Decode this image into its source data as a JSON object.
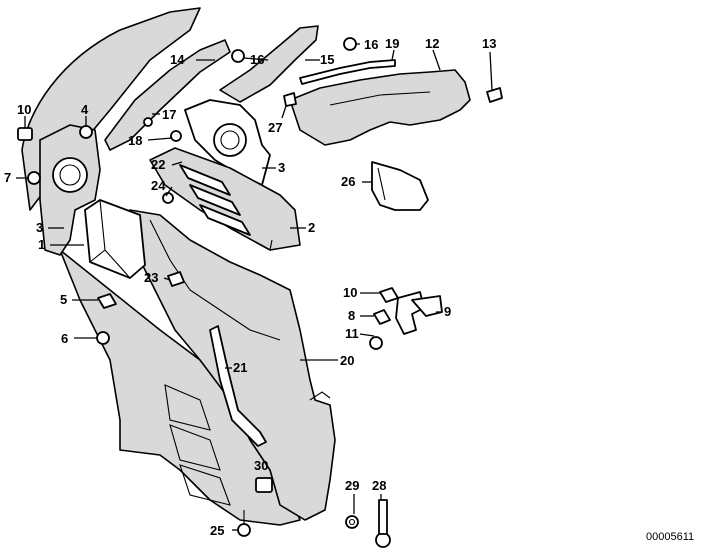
{
  "diagram": {
    "callouts": [
      {
        "id": "c1",
        "text": "1"
      },
      {
        "id": "c2",
        "text": "2"
      },
      {
        "id": "c3a",
        "text": "3"
      },
      {
        "id": "c3b",
        "text": "3"
      },
      {
        "id": "c4",
        "text": "4"
      },
      {
        "id": "c5",
        "text": "5"
      },
      {
        "id": "c6",
        "text": "6"
      },
      {
        "id": "c7",
        "text": "7"
      },
      {
        "id": "c8",
        "text": "8"
      },
      {
        "id": "c9",
        "text": "9"
      },
      {
        "id": "c10a",
        "text": "10"
      },
      {
        "id": "c10b",
        "text": "10"
      },
      {
        "id": "c11",
        "text": "11"
      },
      {
        "id": "c12",
        "text": "12"
      },
      {
        "id": "c13",
        "text": "13"
      },
      {
        "id": "c14",
        "text": "14"
      },
      {
        "id": "c15",
        "text": "15"
      },
      {
        "id": "c16a",
        "text": "16"
      },
      {
        "id": "c16b",
        "text": "16"
      },
      {
        "id": "c17",
        "text": "17"
      },
      {
        "id": "c18",
        "text": "18"
      },
      {
        "id": "c19",
        "text": "19"
      },
      {
        "id": "c20",
        "text": "20"
      },
      {
        "id": "c21",
        "text": "21"
      },
      {
        "id": "c22",
        "text": "22"
      },
      {
        "id": "c23",
        "text": "23"
      },
      {
        "id": "c24",
        "text": "24"
      },
      {
        "id": "c25",
        "text": "25"
      },
      {
        "id": "c26",
        "text": "26"
      },
      {
        "id": "c27",
        "text": "27"
      },
      {
        "id": "c28",
        "text": "28"
      },
      {
        "id": "c29",
        "text": "29"
      },
      {
        "id": "c30",
        "text": "30"
      }
    ],
    "reference_number": "00005611"
  }
}
